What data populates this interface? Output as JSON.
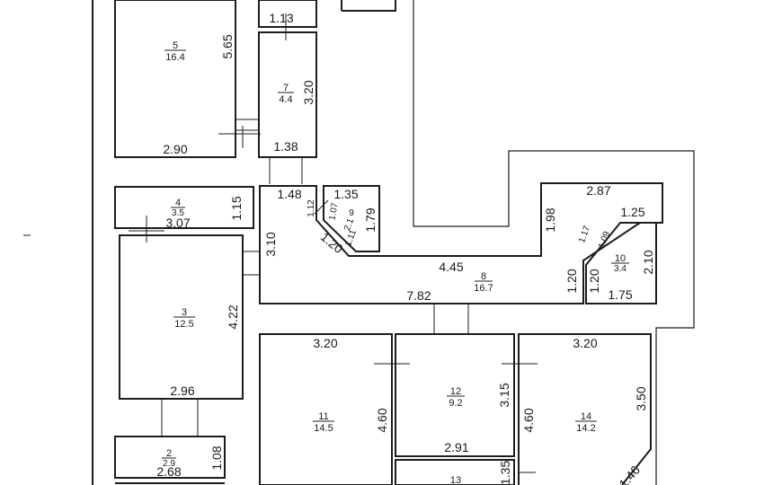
{
  "rooms": [
    {
      "id": "room-5",
      "number": "5",
      "area": "16.4",
      "dims": [
        "5.65",
        "2.90"
      ]
    },
    {
      "id": "room-6",
      "number": "",
      "area": "",
      "dims": [
        "1.13"
      ]
    },
    {
      "id": "room-7",
      "number": "7",
      "area": "4.4",
      "dims": [
        "3.20",
        "1.38"
      ]
    },
    {
      "id": "room-4",
      "number": "4",
      "area": "3.5",
      "dims": [
        "3.07",
        "1.15"
      ]
    },
    {
      "id": "room-3",
      "number": "3",
      "area": "12.5",
      "dims": [
        "4.22",
        "2.96"
      ]
    },
    {
      "id": "room-2",
      "number": "2",
      "area": "2.9",
      "dims": [
        "2.68",
        "1.08"
      ]
    },
    {
      "id": "room-9",
      "number": "9",
      "area": "2.1",
      "dims": [
        "1.35",
        "1.12",
        "1.07",
        "1.11",
        "1.79"
      ]
    },
    {
      "id": "room-8",
      "number": "8",
      "area": "16.7",
      "dims": [
        "1.48",
        "3.10",
        "1.20",
        "4.45",
        "7.82",
        "1.98",
        "2.87",
        "1.20"
      ]
    },
    {
      "id": "room-10",
      "number": "10",
      "area": "3.4",
      "dims": [
        "1.25",
        "1.17",
        "1.09",
        "2.10",
        "1.20",
        "1.75"
      ]
    },
    {
      "id": "room-11",
      "number": "11",
      "area": "14.5",
      "dims": [
        "3.20",
        "4.60"
      ]
    },
    {
      "id": "room-12",
      "number": "12",
      "area": "9.2",
      "dims": [
        "3.15",
        "2.91"
      ]
    },
    {
      "id": "room-13",
      "number": "13",
      "area": "",
      "dims": [
        "1.35"
      ]
    },
    {
      "id": "room-14",
      "number": "14",
      "area": "14.2",
      "dims": [
        "3.20",
        "4.60",
        "3.50",
        "1.46"
      ]
    }
  ]
}
